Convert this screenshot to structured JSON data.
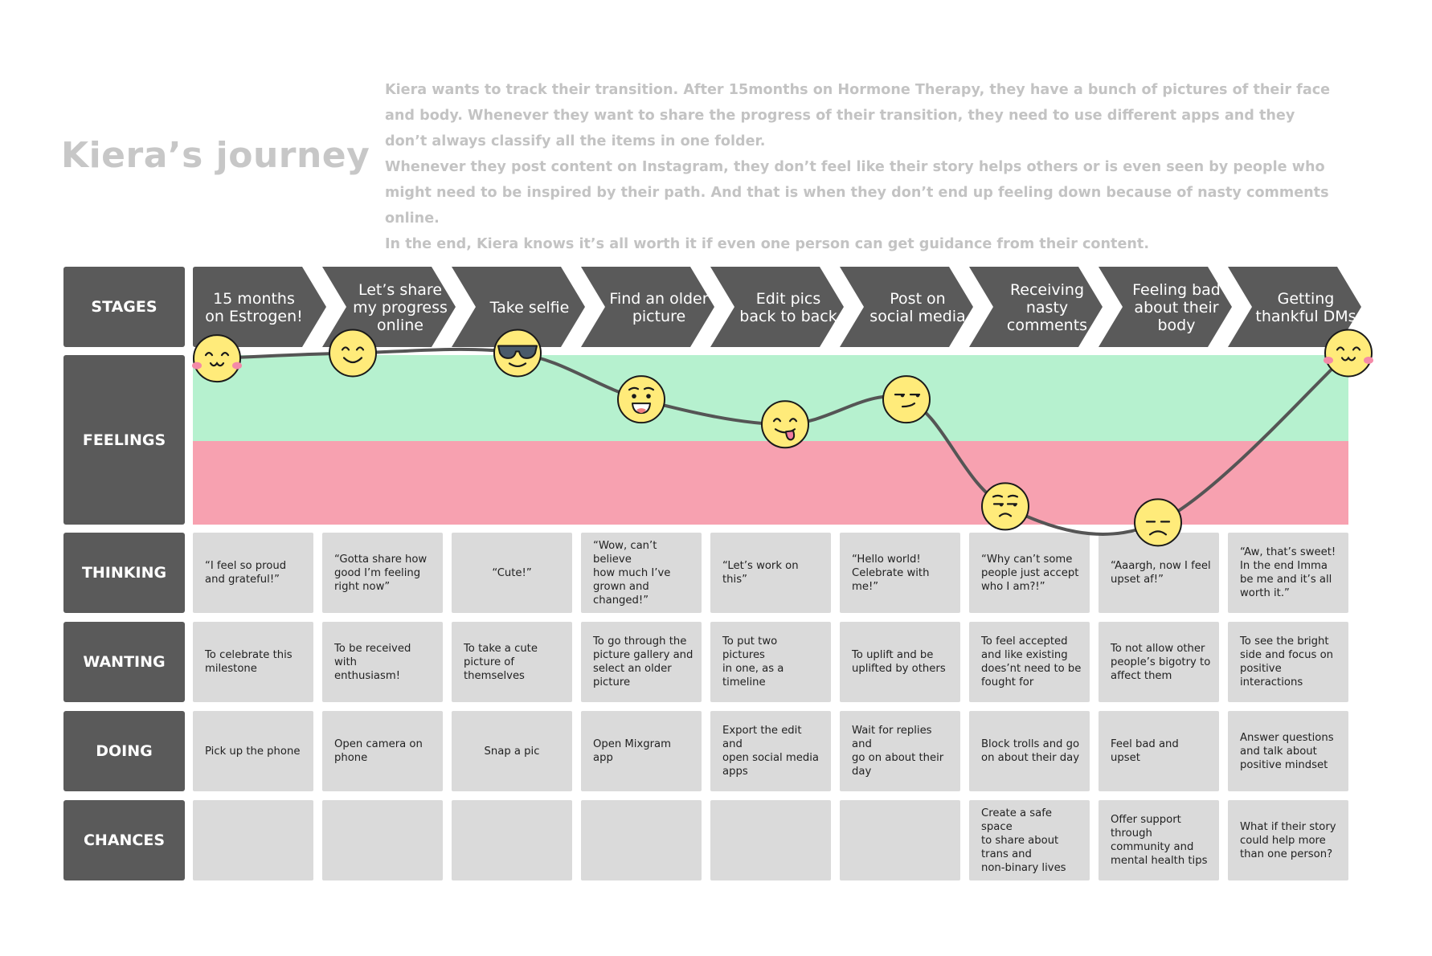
{
  "title": "Kiera’s journey",
  "description": [
    "Kiera wants to track their transition. After 15months on Hormone Therapy, they have a bunch of pictures of their face and body. Whenever they want to share the progress of their transition, they need to use different apps and they don’t always classify all the items in one folder.",
    "Whenever they post content on Instagram, they don’t feel like their story helps others or is even seen by people who might need to be inspired by their path. And that is when they don’t end up feeling down because of nasty comments online.",
    "In the end, Kiera knows it’s all worth it if even one person can get guidance from their content."
  ],
  "row_labels": {
    "stages": "STAGES",
    "feelings": "FEELINGS",
    "thinking": "THINKING",
    "wanting": "WANTING",
    "doing": "DOING",
    "chances": "CHANCES"
  },
  "stages": [
    [
      "15 months",
      "on Estrogen!"
    ],
    [
      "Let’s share",
      "my progress",
      "online"
    ],
    [
      "Take selfie"
    ],
    [
      "Find an older",
      "picture"
    ],
    [
      "Edit pics",
      "back to back"
    ],
    [
      "Post on",
      "social media"
    ],
    [
      "Receiving",
      "nasty",
      "comments"
    ],
    [
      "Feeling bad",
      "about their",
      "body"
    ],
    [
      "Getting",
      "thankful DMs"
    ]
  ],
  "feelings": [
    {
      "face": "blushing-smile-face-icon",
      "level": 0.95
    },
    {
      "face": "smile-face-icon",
      "level": 0.98
    },
    {
      "face": "sunglasses-face-icon",
      "level": 0.98
    },
    {
      "face": "grinning-face-icon",
      "level": 0.72
    },
    {
      "face": "tongue-out-face-icon",
      "level": 0.58
    },
    {
      "face": "smirk-face-icon",
      "level": 0.72
    },
    {
      "face": "unamused-face-icon",
      "level": 0.12
    },
    {
      "face": "sad-face-icon",
      "level": 0.03
    },
    {
      "face": "blushing-smile-face-icon",
      "level": 0.98
    }
  ],
  "thinking": [
    [
      "“I feel so proud",
      "and grateful!”"
    ],
    [
      "“Gotta share how",
      "good I’m feeling",
      "right now”"
    ],
    [
      "“Cute!”"
    ],
    [
      "“Wow, can’t believe",
      "how much I’ve",
      "grown and",
      "changed!”"
    ],
    [
      "“Let’s work on",
      "this”"
    ],
    [
      "“Hello world!",
      "Celebrate with",
      "me!”"
    ],
    [
      "“Why can’t some",
      "people just accept",
      "who I am?!”"
    ],
    [
      "“Aaargh, now I feel",
      "upset af!”"
    ],
    [
      "“Aw, that’s sweet!",
      "In the end Imma",
      "be me and it’s all",
      "worth it.”"
    ]
  ],
  "wanting": [
    [
      "To celebrate this",
      "milestone"
    ],
    [
      "To be received with",
      "enthusiasm!"
    ],
    [
      "To take a cute",
      "picture of",
      "themselves"
    ],
    [
      "To go through the",
      "picture gallery and",
      "select an older",
      "picture"
    ],
    [
      "To put two pictures",
      "in one, as a",
      "timeline"
    ],
    [
      "To uplift and be",
      "uplifted by others"
    ],
    [
      "To feel accepted",
      "and like existing",
      "does’nt need to be",
      "fought for"
    ],
    [
      "To not allow other",
      "people’s bigotry to",
      "affect them"
    ],
    [
      "To see the bright",
      "side and focus on",
      "positive",
      "interactions"
    ]
  ],
  "doing": [
    [
      "Pick up the phone"
    ],
    [
      "Open camera on",
      "phone"
    ],
    [
      "Snap a pic"
    ],
    [
      "Open Mixgram app"
    ],
    [
      "Export the edit and",
      "open social media",
      "apps"
    ],
    [
      "Wait for replies and",
      "go on about their",
      "day"
    ],
    [
      "Block trolls and go",
      "on about their day"
    ],
    [
      "Feel bad and upset"
    ],
    [
      "Answer questions",
      "and talk about",
      "positive mindset"
    ]
  ],
  "chances": [
    [],
    [],
    [],
    [],
    [],
    [],
    [
      "Create a safe space",
      "to share about",
      "trans and",
      "non-binary lives"
    ],
    [
      "Offer support",
      "through",
      "community and",
      "mental health tips"
    ],
    [
      "What if their story",
      "could help more",
      "than one person?"
    ]
  ],
  "colors": {
    "label_bg": "#5a5a5a",
    "cell_bg": "#dadada",
    "positive_band": "#b6f1cf",
    "negative_band": "#f7a1b0",
    "face": "#ffeb7a",
    "curve": "#555555"
  }
}
